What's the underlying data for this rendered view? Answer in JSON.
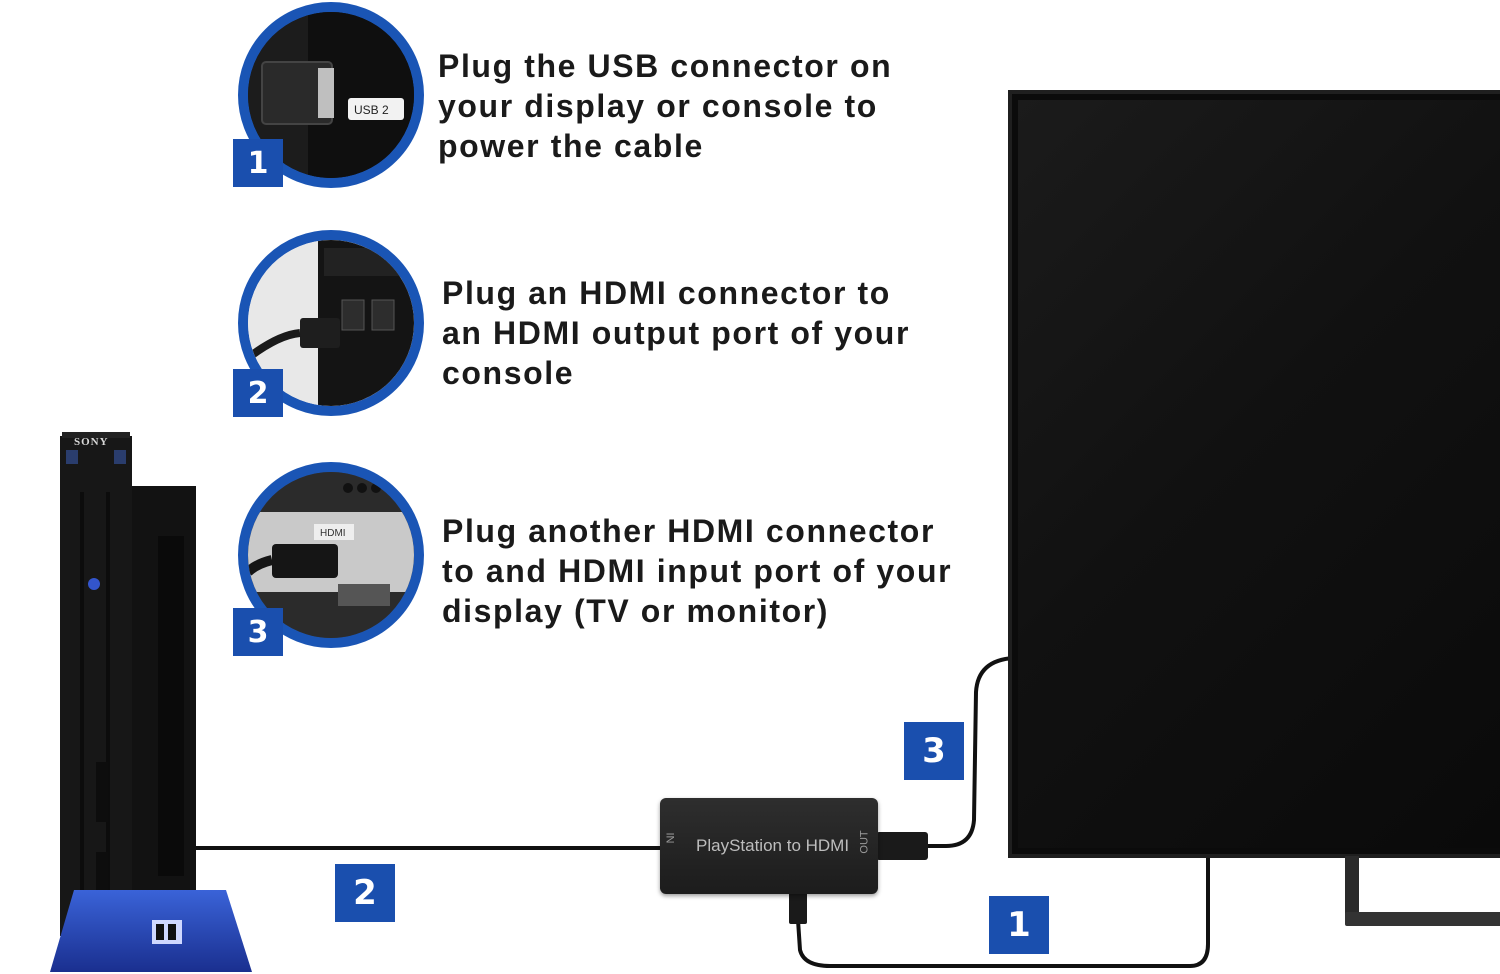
{
  "steps": [
    {
      "number": "1",
      "text": "Plug the USB connector on\nyour display or console to\npower the cable",
      "photo_label": "USB 2"
    },
    {
      "number": "2",
      "text": "Plug an HDMI connector to\nan HDMI output port of your\nconsole"
    },
    {
      "number": "3",
      "text": "Plug another HDMI connector\nto and HDMI input port of your\ndisplay (TV or monitor)",
      "photo_label": "HDMI"
    }
  ],
  "adapter": {
    "label": "PlayStation to HDMI",
    "port_in": "IN",
    "port_out": "OUT"
  },
  "console": {
    "brand": "SONY"
  },
  "cable_tags": {
    "hdmi_out": "3",
    "hdmi_in": "2",
    "usb": "1"
  },
  "colors": {
    "accent": "#1a4fae",
    "ring": "#1a55b5",
    "text": "#1a1a1a"
  }
}
